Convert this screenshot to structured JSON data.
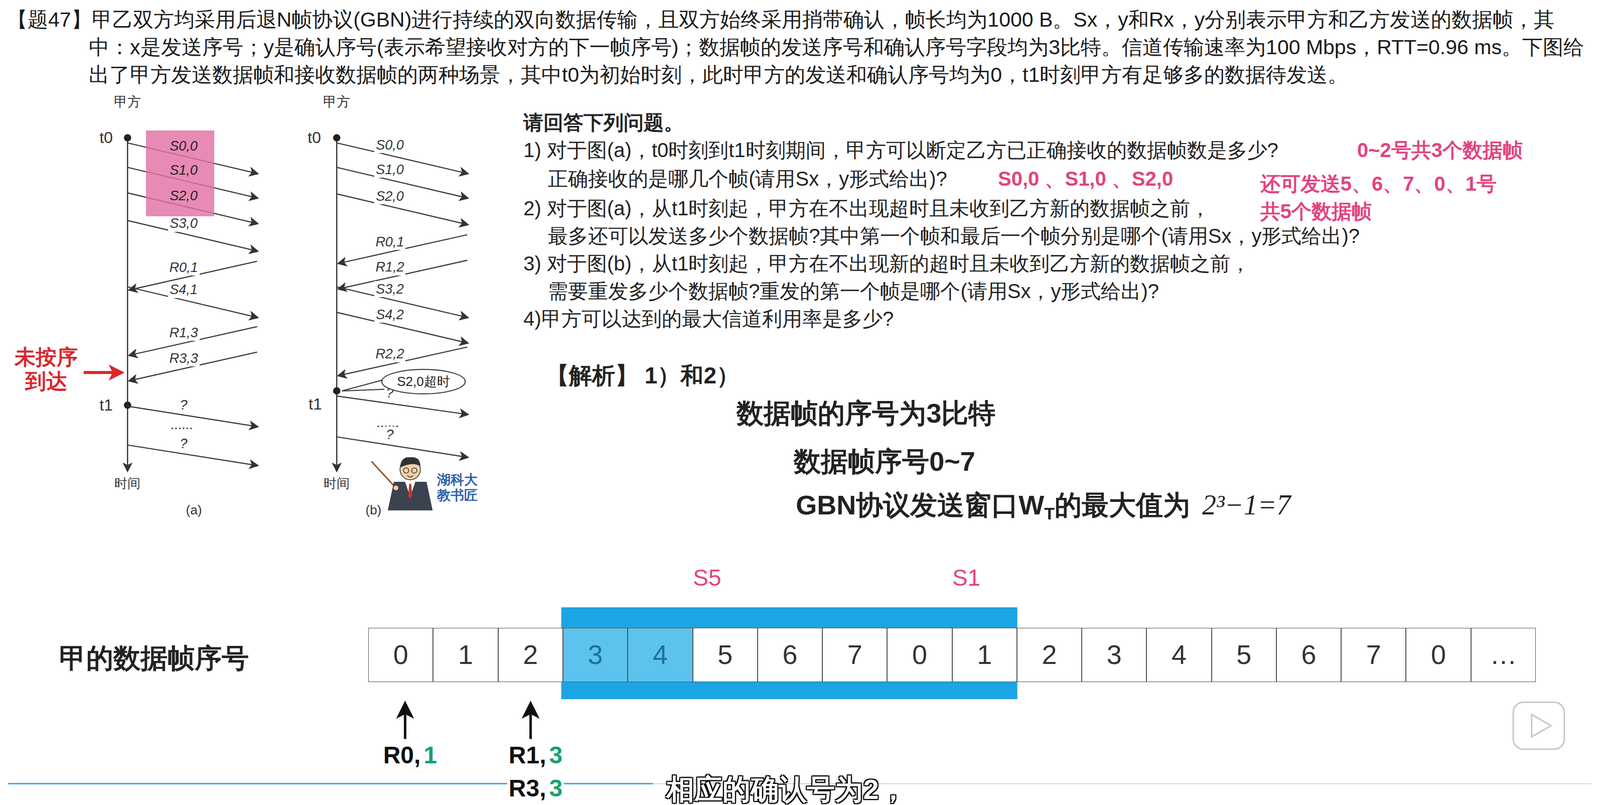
{
  "diagram": {
    "title": "【题47】甲乙双方均采用后退N帧协议(GBN)进行持续的双向数据传输，且双方始终采用捎带确认，帧长均为1000 B。Sx，y和Rx，y分别表示甲方和乙方发送的数据帧，其中：x是发送序号；y是确认序号(表示希望接收对方的下一帧序号)；数据帧的发送序号和确认序号字段均为3比特。信道传输速率为100 Mbps，RTT=0.96 ms。下图给出了甲方发送数据帧和接收数据帧的两种场景，其中t0为初始时刻，此时甲方的发送和确认序号均为0，t1时刻甲方有足够多的数据待发送。",
    "caption": "相应的确认号为2，",
    "nodes": [
      {
        "text": [
          "S0,0",
          "S1,0",
          "S2,0"
        ]
      },
      {
        "text": [
          "S2,0超时"
        ]
      },
      {
        "text": [
          "0"
        ]
      },
      {
        "text": [
          "1"
        ]
      },
      {
        "text": [
          "2"
        ]
      },
      {
        "text": [
          "3"
        ]
      },
      {
        "text": [
          "4"
        ]
      },
      {
        "text": [
          "5"
        ]
      },
      {
        "text": [
          "6"
        ]
      },
      {
        "text": [
          "7"
        ]
      },
      {
        "text": [
          "0"
        ]
      },
      {
        "text": [
          "1"
        ]
      },
      {
        "text": [
          "2"
        ]
      },
      {
        "text": [
          "3"
        ]
      },
      {
        "text": [
          "4"
        ]
      },
      {
        "text": [
          "5"
        ]
      },
      {
        "text": [
          "6"
        ]
      },
      {
        "text": [
          "7"
        ]
      },
      {
        "text": [
          "0"
        ]
      },
      {
        "text": [
          "…"
        ]
      }
    ],
    "labels": [
      "甲方",
      "t0",
      "S3,0",
      "R0,1",
      "S4,1",
      "R1,3",
      "R3,3",
      "未按序 到达",
      "t1",
      "?",
      "......",
      "?",
      "时间",
      "(a)",
      "甲方",
      "t0",
      "S0,0",
      "S1,0",
      "S2,0",
      "R0,1",
      "R1,2",
      "S3,2",
      "S4,2",
      "R2,2",
      "t1",
      "?",
      "......",
      "?",
      "时间",
      "(b)",
      "湖科大 教书匠",
      "请回答下列问题。",
      "1) 对于图(a)，t0时刻到t1时刻期间，甲方可以断定乙方已正确接收的数据帧数是多少?",
      "正确接收的是哪几个帧(请用Sx，y形式给出)?",
      "2) 对于图(a)，从t1时刻起，甲方在不出现超时且未收到乙方新的数据帧之前，",
      "最多还可以发送多少个数据帧?其中第一个帧和最后一个帧分别是哪个(请用Sx，y形式给出)?",
      "3) 对于图(b)，从t1时刻起，甲方在不出现新的超时且未收到乙方新的数据帧之前，",
      "需要重发多少个数据帧?重发的第一个帧是哪个(请用Sx，y形式给出)?",
      "4)甲方可以达到的最大信道利用率是多少?",
      "0~2号共3个数据帧",
      "S0,0 、S1,0 、S2,0",
      "还可发送5、6、7、0、1号",
      "共5个数据帧",
      "【解析】 1）和2）",
      "数据帧的序号为3比特",
      "数据帧序号0~7",
      "GBN协议发送窗口W",
      "T",
      "的最大值为",
      "2³−1=7",
      "甲的数据帧序号",
      "S5",
      "S1",
      "R0,",
      "1",
      "R1,",
      "3",
      "R3,",
      "3"
    ]
  }
}
